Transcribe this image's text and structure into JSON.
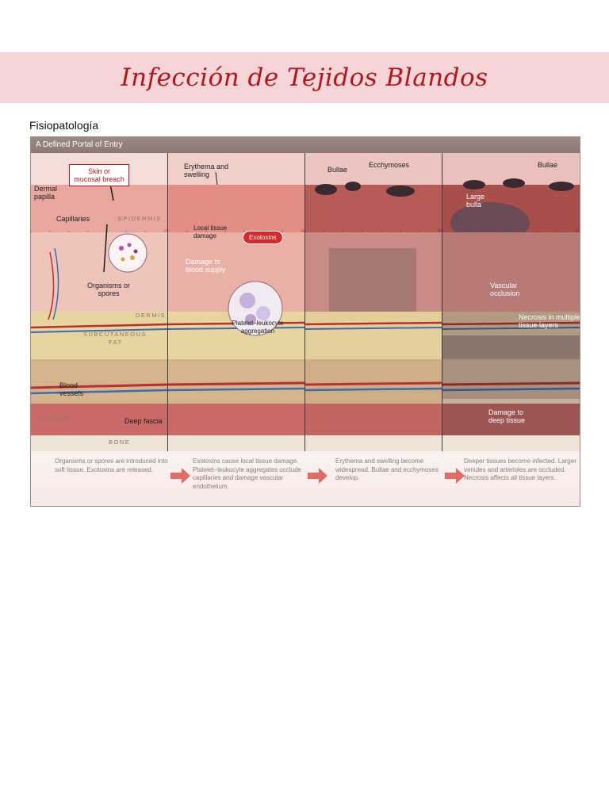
{
  "header": {
    "title": "Infección de Tejidos Blandos"
  },
  "section": {
    "label": "Fisiopatología"
  },
  "figure": {
    "panel_title": "A  Defined Portal of Entry",
    "layers": {
      "epidermis": "EPIDERMIS",
      "dermis": "DERMIS",
      "subcutaneous": "SUBCUTANEOUS",
      "fat": "FAT",
      "muscle": "MUSCLE",
      "bone": "BONE"
    },
    "panel1": {
      "dermal_papilla": "Dermal papilla",
      "skin_breach": "Skin or mucosal breach",
      "capillaries": "Capillaries",
      "organisms": "Organisms or spores",
      "blood_vessels": "Blood vessels",
      "deep_fascia": "Deep fascia"
    },
    "panel2": {
      "erythema": "Erythema and swelling",
      "local_damage": "Local tissue damage",
      "exotoxins": "Exotoxins",
      "blood_supply": "Damage to blood supply",
      "platelet": "Platelet–leukocyte aggregation"
    },
    "panel3": {
      "bullae": "Bullae",
      "ecchymoses": "Ecchymoses"
    },
    "panel4": {
      "bullae": "Bullae",
      "large_bulla": "Large bulla",
      "vascular_occlusion": "Vascular occlusion",
      "necrosis": "Necrosis in multiple tissue layers",
      "deep_damage": "Damage to deep tissue"
    },
    "captions": [
      "Organisms or spores are introduced into soft tissue. Exotoxins are released.",
      "Exotoxins cause local tissue damage. Platelet–leukocyte aggregates occlude capillaries and damage vascular endothelium.",
      "Erythema and swelling become widespread. Bullae and ecchymoses develop.",
      "Deeper tissues become infected. Larger venules and arterioles are occluded. Necrosis affects all tissue layers."
    ]
  }
}
